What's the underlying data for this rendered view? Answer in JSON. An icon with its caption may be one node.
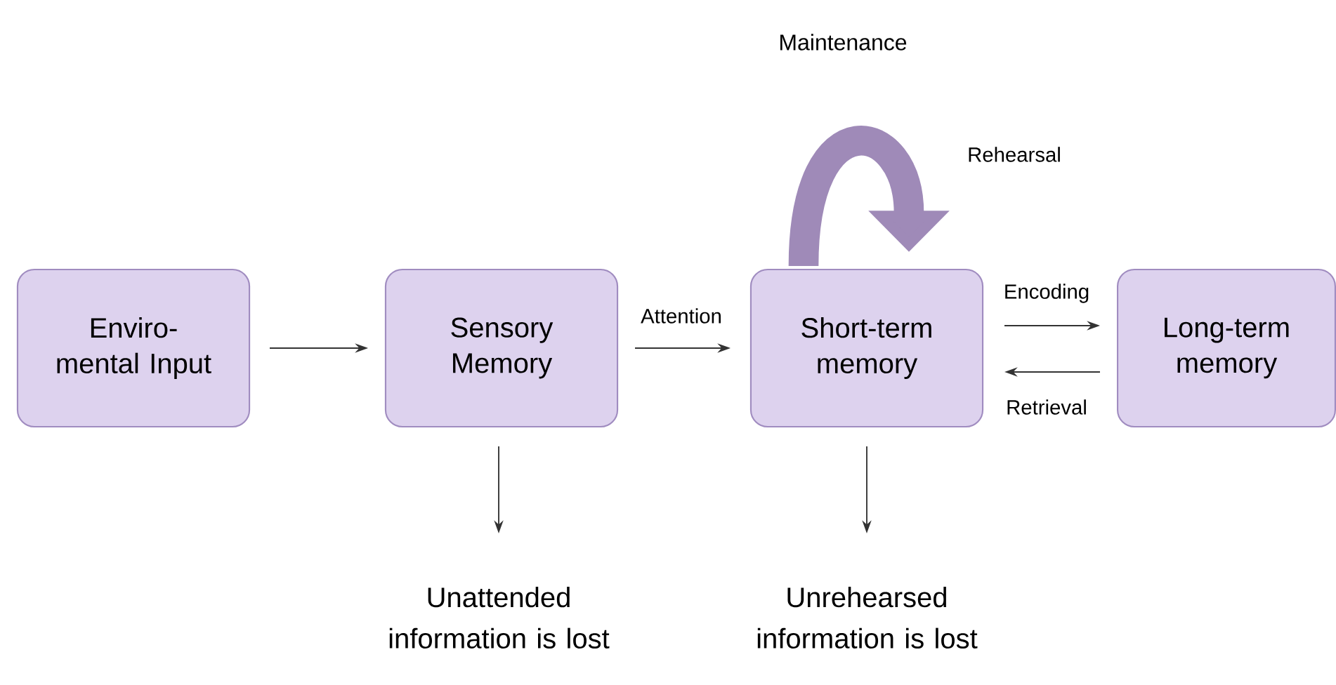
{
  "diagram": {
    "nodes": [
      {
        "text": [
          "Enviro- mental Input"
        ]
      },
      {
        "text": [
          "Sensory Memory"
        ]
      },
      {
        "text": [
          "Short-term memory"
        ]
      },
      {
        "text": [
          "Long-term memory"
        ]
      },
      {
        "text": [
          "Unattended information is lost"
        ]
      },
      {
        "text": [
          "Unrehearsed information is lost"
        ]
      }
    ],
    "edges": [
      {
        "from": 0,
        "to": 1,
        "arrow": "to"
      },
      {
        "from": 1,
        "to": 2,
        "arrow": "to",
        "label": "Attention"
      },
      {
        "from": 2,
        "to": 3,
        "arrow": "to",
        "label": "Encoding"
      },
      {
        "from": 3,
        "to": 2,
        "arrow": "to",
        "label": "Retrieval"
      },
      {
        "from": 1,
        "to": 4,
        "arrow": "to"
      },
      {
        "from": 2,
        "to": 5,
        "arrow": "to"
      },
      {
        "from": 2,
        "to": 2,
        "arrow": "to",
        "label": "Rehearsal",
        "style": "thick",
        "color": "#9f8ab8"
      }
    ],
    "labels": [
      "Maintenance"
    ]
  }
}
